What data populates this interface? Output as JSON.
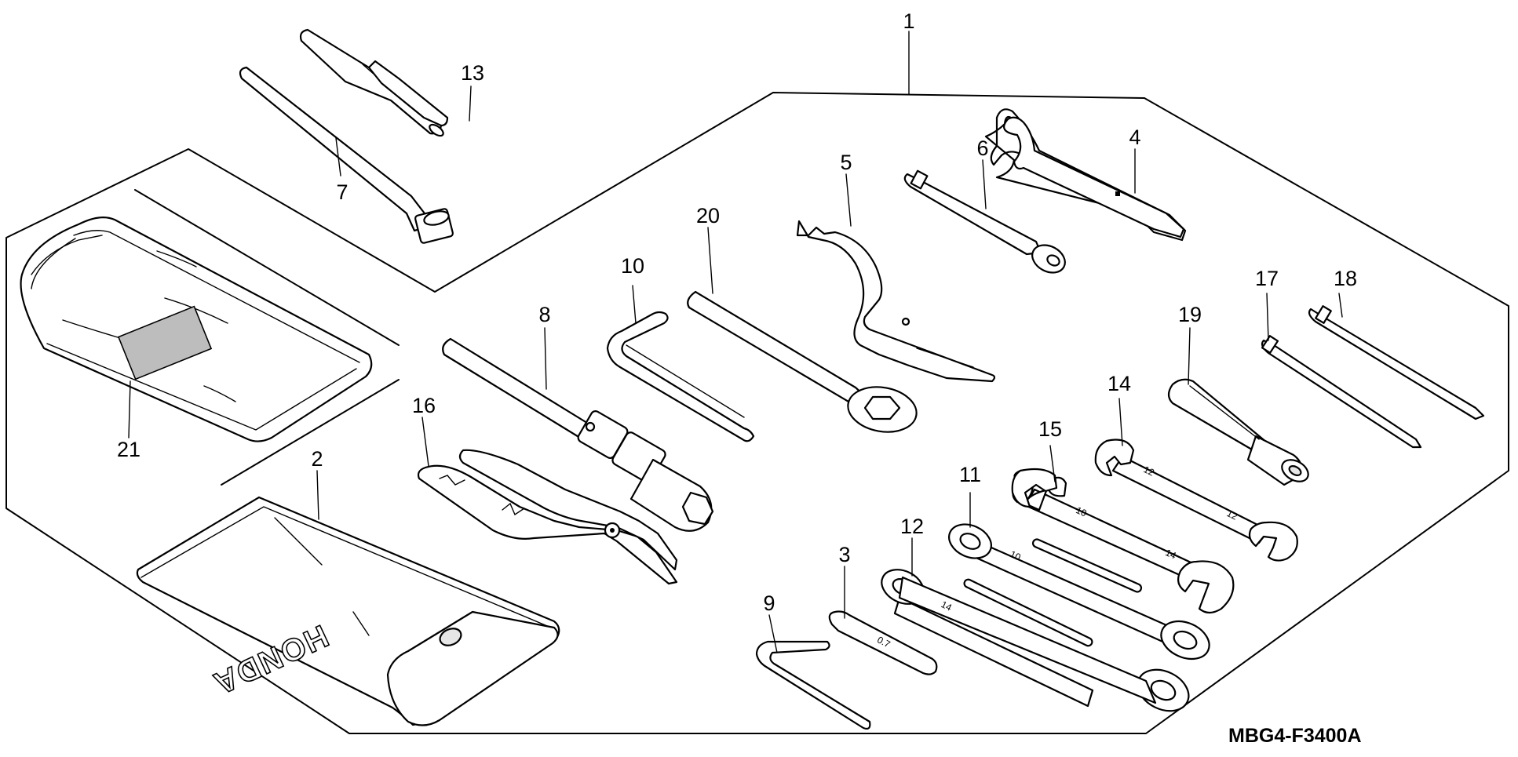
{
  "diagram": {
    "code": "MBG4-F3400A",
    "brand_print": "HONDA",
    "callouts": [
      {
        "id": "1",
        "label": "1"
      },
      {
        "id": "2",
        "label": "2"
      },
      {
        "id": "3",
        "label": "3"
      },
      {
        "id": "4",
        "label": "4"
      },
      {
        "id": "5",
        "label": "5"
      },
      {
        "id": "6",
        "label": "6"
      },
      {
        "id": "7",
        "label": "7"
      },
      {
        "id": "8",
        "label": "8"
      },
      {
        "id": "9",
        "label": "9"
      },
      {
        "id": "10",
        "label": "10"
      },
      {
        "id": "11",
        "label": "11"
      },
      {
        "id": "12",
        "label": "12"
      },
      {
        "id": "13",
        "label": "13"
      },
      {
        "id": "14",
        "label": "14"
      },
      {
        "id": "15",
        "label": "15"
      },
      {
        "id": "16",
        "label": "16"
      },
      {
        "id": "17",
        "label": "17"
      },
      {
        "id": "18",
        "label": "18"
      },
      {
        "id": "19",
        "label": "19"
      },
      {
        "id": "20",
        "label": "20"
      },
      {
        "id": "21",
        "label": "21"
      }
    ],
    "stamps": {
      "feeler": "0.7",
      "wrench_11": "10",
      "wrench_12": "14",
      "wrench_15": "10",
      "wrench_15_end": "14",
      "wrench_14": "12",
      "wrench_14_end": "12"
    }
  }
}
